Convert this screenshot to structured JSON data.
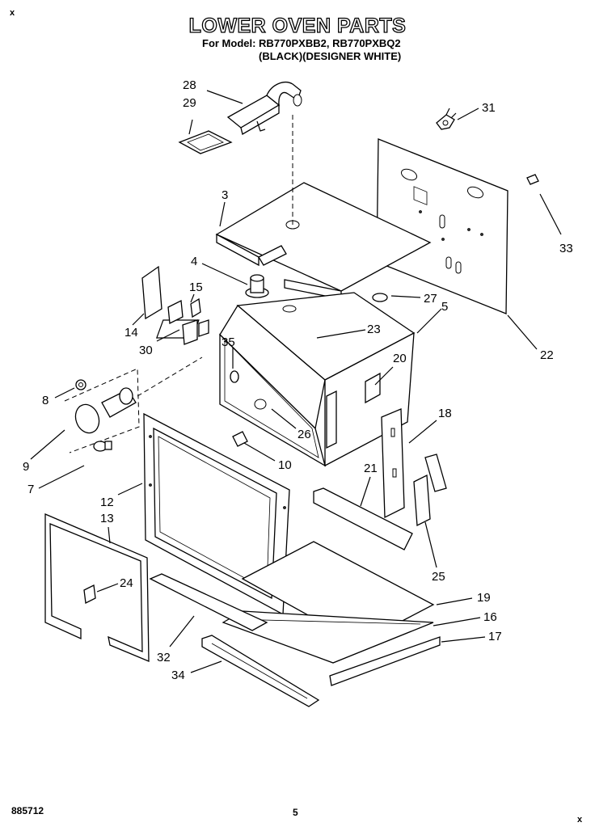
{
  "header": {
    "title": "LOWER OVEN PARTS",
    "models_line": "For Model: RB770PXBB2, RB770PXBQ2",
    "colors_line": "(BLACK)(DESIGNER WHITE)"
  },
  "footer": {
    "part_number": "885712",
    "page_number": "5"
  },
  "marks": {
    "top_left": "x",
    "bottom_right": "x"
  },
  "callouts": [
    {
      "id": "28",
      "label": "28"
    },
    {
      "id": "29",
      "label": "29"
    },
    {
      "id": "31",
      "label": "31"
    },
    {
      "id": "3",
      "label": "3"
    },
    {
      "id": "33",
      "label": "33"
    },
    {
      "id": "4",
      "label": "4"
    },
    {
      "id": "15",
      "label": "15"
    },
    {
      "id": "27",
      "label": "27"
    },
    {
      "id": "5",
      "label": "5"
    },
    {
      "id": "14",
      "label": "14"
    },
    {
      "id": "30",
      "label": "30"
    },
    {
      "id": "23",
      "label": "23"
    },
    {
      "id": "35",
      "label": "35"
    },
    {
      "id": "22",
      "label": "22"
    },
    {
      "id": "20",
      "label": "20"
    },
    {
      "id": "8",
      "label": "8"
    },
    {
      "id": "18",
      "label": "18"
    },
    {
      "id": "26",
      "label": "26"
    },
    {
      "id": "9",
      "label": "9"
    },
    {
      "id": "10",
      "label": "10"
    },
    {
      "id": "21",
      "label": "21"
    },
    {
      "id": "7",
      "label": "7"
    },
    {
      "id": "12",
      "label": "12"
    },
    {
      "id": "13",
      "label": "13"
    },
    {
      "id": "25",
      "label": "25"
    },
    {
      "id": "24",
      "label": "24"
    },
    {
      "id": "19",
      "label": "19"
    },
    {
      "id": "16",
      "label": "16"
    },
    {
      "id": "17",
      "label": "17"
    },
    {
      "id": "32",
      "label": "32"
    },
    {
      "id": "34",
      "label": "34"
    }
  ]
}
